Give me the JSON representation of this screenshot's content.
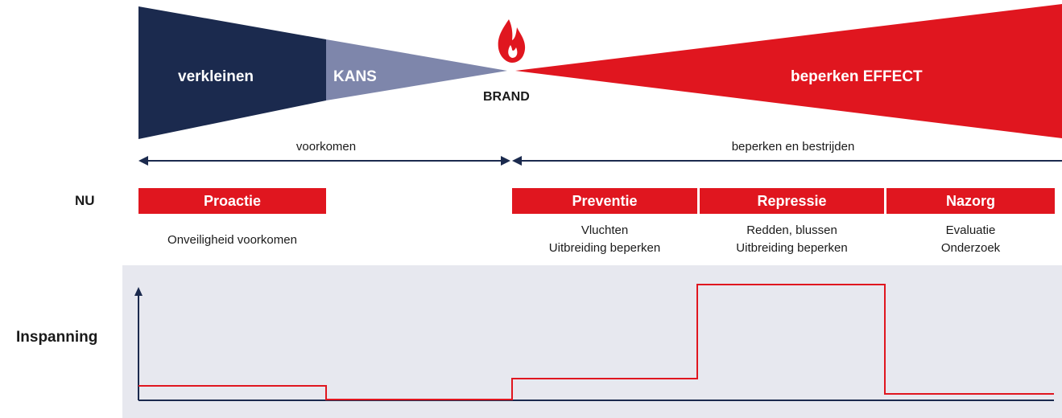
{
  "wedge": {
    "reduce_label": "verkleinen",
    "chance_label": "KANS",
    "fire_label": "BRAND",
    "effect_label": "beperken EFFECT"
  },
  "arrows": {
    "prevent": "voorkomen",
    "limit_fight": "beperken en bestrijden"
  },
  "now_label": "NU",
  "phases": [
    {
      "name": "Proactie",
      "desc1": "Onveiligheid voorkomen",
      "desc2": ""
    },
    {
      "name": "Preventie",
      "desc1": "Vluchten",
      "desc2": "Uitbreiding beperken"
    },
    {
      "name": "Repressie",
      "desc1": "Redden, blussen",
      "desc2": "Uitbreiding beperken"
    },
    {
      "name": "Nazorg",
      "desc1": "Evaluatie",
      "desc2": "Onderzoek"
    }
  ],
  "effort": {
    "label": "Inspanning"
  },
  "colors": {
    "navy": "#1b2a4e",
    "slate": "#7e86ab",
    "red": "#e0161f",
    "panel": "#e7e8ef"
  },
  "icons": [
    "flame-icon"
  ]
}
